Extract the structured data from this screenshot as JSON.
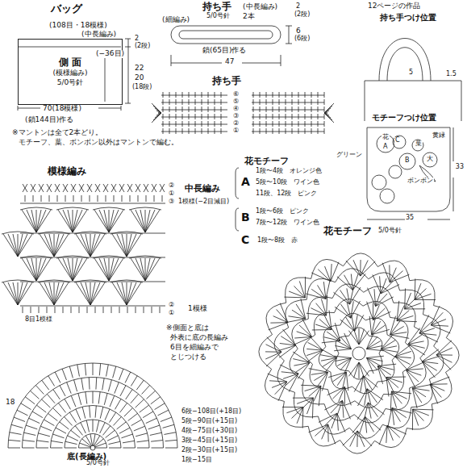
{
  "diagram": {
    "nodes": [
      {
        "text": [
          "側 面",
          "(模様編み)",
          "5/0号針"
        ]
      }
    ],
    "labels": [
      "バッグ",
      "(108目・18模様)",
      "(中長編み)",
      "(−36目)",
      "2",
      "(2段)",
      "22",
      "20",
      "(18段)",
      "70(18模様)",
      "(鎖144目)作る",
      "※マントンは全て2本どり。",
      "モチーフ、葉、ボンボン以外はマントンで編む。",
      "持ち手",
      "5/0号針",
      "(細編み)",
      "(中長編み)",
      "2本",
      "2",
      "(2段)",
      "6",
      "(6段)",
      "鎖(65目)作る",
      "47",
      "持ち手",
      "⑥",
      "⑤",
      "④",
      "③",
      "②",
      "①",
      "12ページの作品",
      "持ち手つけ位置",
      "5",
      "1.5",
      "モチーフつけ位置",
      "33",
      "35",
      "グリーン",
      "黄緑",
      "花",
      "A",
      "C",
      "B",
      "葉",
      "大",
      "ボンボン",
      "花モチーフ",
      "A",
      "1段〜4段　オレンジ色",
      "5段〜10段　ワイン色",
      "11段、12段　ピンク",
      "B",
      "1段〜6段　ピンク",
      "7段〜12段　ワイン色",
      "C",
      "1段〜8段　赤",
      "花モチーフ",
      "5/0号針",
      "模様編み",
      "②",
      "①",
      "中長編み",
      "③",
      "1模様(−2目減目)",
      "②",
      "①",
      "1模様",
      "8目1模様",
      "※側面と底は",
      "外表に底の長編み",
      "6目を細編みで",
      "とじつける",
      "18",
      "6段−108目(+18目)",
      "5段−90目(+15目)",
      "4段−75目(+30目)",
      "3段−45目(+15目)",
      "2段−30目(+15目)",
      "1段−15目",
      "底(長編み)",
      "5/0号針"
    ]
  }
}
